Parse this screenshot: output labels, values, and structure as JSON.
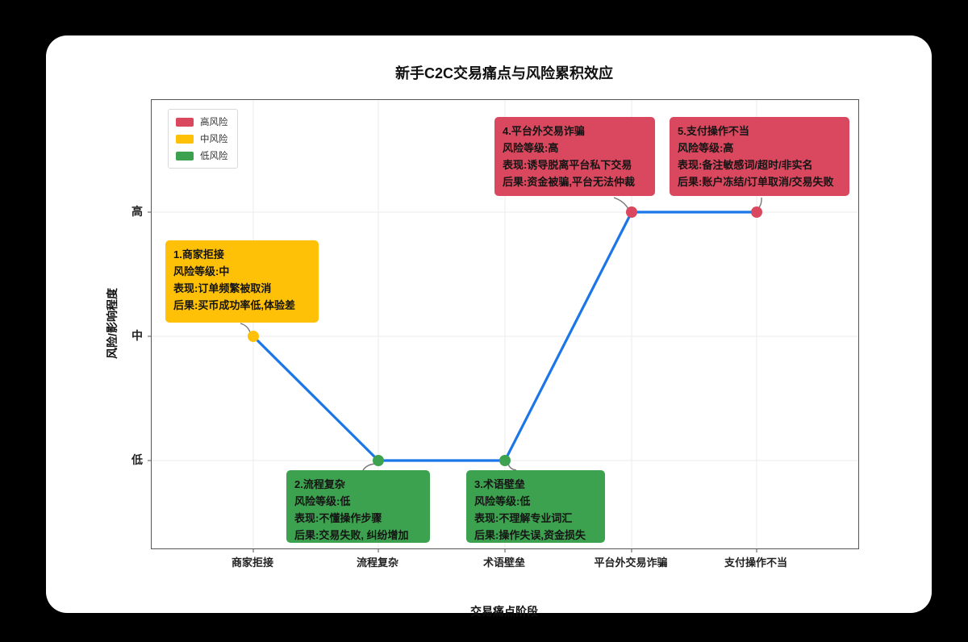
{
  "title": "新手C2C交易痛点与风险累积效应",
  "colors": {
    "high": "#d9485e",
    "mid": "#ffc107",
    "low": "#3da24f",
    "line": "#1b76e8",
    "connector": "#777777",
    "grid": "#ebebeb",
    "spine": "#555555"
  },
  "legend": {
    "items": [
      {
        "label": "高风险",
        "risk": "high"
      },
      {
        "label": "中风险",
        "risk": "mid"
      },
      {
        "label": "低风险",
        "risk": "low"
      }
    ]
  },
  "chart_data": {
    "type": "line",
    "title": "新手C2C交易痛点与风险累积效应",
    "xlabel": "交易痛点阶段",
    "ylabel": "风险/影响程度",
    "categories": [
      "商家拒接",
      "流程复杂",
      "术语壁垒",
      "平台外交易诈骗",
      "支付操作不当"
    ],
    "y_tick_labels": [
      "低",
      "中",
      "高"
    ],
    "values": [
      "中",
      "低",
      "低",
      "高",
      "高"
    ],
    "values_numeric": [
      2,
      1,
      1,
      3,
      3
    ],
    "ylim_levels": [
      1,
      3
    ],
    "point_risk": [
      "mid",
      "low",
      "low",
      "high",
      "high"
    ],
    "grid": true,
    "legend_position": "upper-left",
    "line_color": "#1b76e8"
  },
  "annotations": [
    {
      "heading": "1.商家拒接",
      "risk": "mid",
      "lines": [
        "风险等级:中",
        "表现:订单频繁被取消",
        "后果:买币成功率低,体验差"
      ]
    },
    {
      "heading": "2.流程复杂",
      "risk": "low",
      "lines": [
        "风险等级:低",
        "表现:不懂操作步骤",
        "后果:交易失败, 纠纷增加"
      ]
    },
    {
      "heading": "3.术语壁垒",
      "risk": "low",
      "lines": [
        "风险等级:低",
        "表现:不理解专业词汇",
        "后果:操作失误,资金损失"
      ]
    },
    {
      "heading": "4.平台外交易诈骗",
      "risk": "high",
      "lines": [
        "风险等级:高",
        "表现:诱导脱离平台私下交易",
        "后果:资金被骗,平台无法仲裁"
      ]
    },
    {
      "heading": "5.支付操作不当",
      "risk": "high",
      "lines": [
        "风险等级:高",
        "表现:备注敏感词/超时/非实名",
        "后果:账户冻结/订单取消/交易失败"
      ]
    }
  ]
}
